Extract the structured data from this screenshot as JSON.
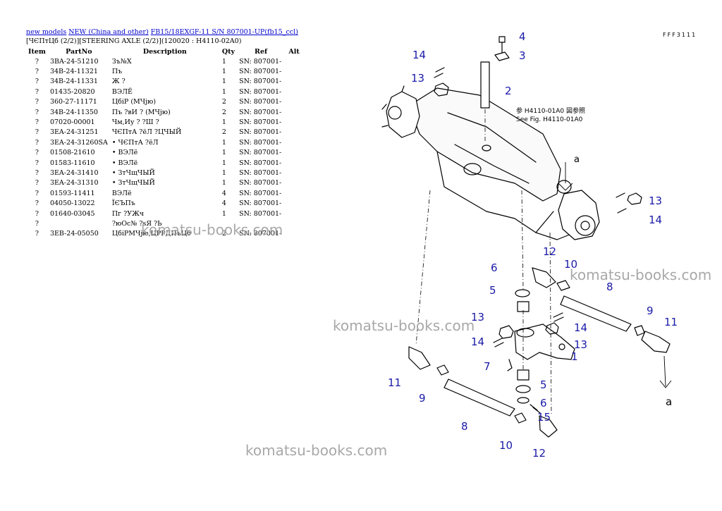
{
  "breadcrumb": {
    "link1": "new models",
    "link2": "NEW (China and other)",
    "link3": "FB15/18EXGF-11 S/N 807001-UP(fb15_ccl)"
  },
  "page_title": "[ЧЄПтЦб (2/2)][STEERING AXLE (2/2)](120020 : H4110-02A0)",
  "table": {
    "headers": {
      "item": "Item",
      "partno": "PartNo",
      "description": "Description",
      "qty": "Qty",
      "ref": "Ref",
      "alt": "Alt"
    },
    "rows": [
      {
        "item": "?",
        "partno": "3BA-24-51210",
        "description": "Зъ№Х",
        "qty": "1",
        "ref": "SN: 807001-"
      },
      {
        "item": "?",
        "partno": "34B-24-11321",
        "description": "Пъ",
        "qty": "1",
        "ref": "SN: 807001-"
      },
      {
        "item": "?",
        "partno": "34B-24-11331",
        "description": "Ж ?",
        "qty": "1",
        "ref": "SN: 807001-"
      },
      {
        "item": "?",
        "partno": "01435-20820",
        "description": "ВЭЛЁ",
        "qty": "1",
        "ref": "SN: 807001-"
      },
      {
        "item": "?",
        "partno": "360-27-11171",
        "description": "ЦбiР (МЧјю)",
        "qty": "2",
        "ref": "SN: 807001-"
      },
      {
        "item": "?",
        "partno": "34B-24-11350",
        "description": "Пъ ?вИ ? (МЧјю)",
        "qty": "2",
        "ref": "SN: 807001-"
      },
      {
        "item": "?",
        "partno": "07020-00001",
        "description": "Чм,Иу ? ?Ш ?",
        "qty": "1",
        "ref": "SN: 807001-"
      },
      {
        "item": "?",
        "partno": "3EA-24-31251",
        "description": "ЧЄПтА ?ёЛ ?ЦЧЫЙ",
        "qty": "2",
        "ref": "SN: 807001-"
      },
      {
        "item": "?",
        "partno": "3EA-24-31260SA",
        "description": "• ЧЄПтА ?ёЛ",
        "qty": "1",
        "ref": "SN: 807001-"
      },
      {
        "item": "?",
        "partno": "01508-21610",
        "description": "• ВЭЛё",
        "qty": "1",
        "ref": "SN: 807001-"
      },
      {
        "item": "?",
        "partno": "01583-11610",
        "description": "• ВЭЛё",
        "qty": "1",
        "ref": "SN: 807001-"
      },
      {
        "item": "?",
        "partno": "3EA-24-31410",
        "description": "• ЗтЧщЧЫЙ",
        "qty": "1",
        "ref": "SN: 807001-"
      },
      {
        "item": "?",
        "partno": "3EA-24-31310",
        "description": "• ЗтЧщЧЫЙ",
        "qty": "1",
        "ref": "SN: 807001-"
      },
      {
        "item": "?",
        "partno": "01593-11411",
        "description": "ВЭЛё",
        "qty": "4",
        "ref": "SN: 807001-"
      },
      {
        "item": "?",
        "partno": "04050-13022",
        "description": "ЇЄЪПъ",
        "qty": "4",
        "ref": "SN: 807001-"
      },
      {
        "item": "?",
        "partno": "01640-03045",
        "description": "Пг ?УЖч",
        "qty": "1",
        "ref": "SN: 807001-"
      },
      {
        "item": "?",
        "partno": "",
        "description": "?юОс№ ?sЯ ?Ь",
        "qty": "",
        "ref": ""
      },
      {
        "item": "?",
        "partno": "3EB-24-05050",
        "description": "ЦбiРМЧјю,ЦРРДПъЦб",
        "qty": "2",
        "ref": "SN: 807001-"
      }
    ]
  },
  "diagram": {
    "ref_note_line1": "参 H4110-01A0 図参照",
    "ref_note_line2": "See Fig. H4110-01A0",
    "corner_code": "FFF3111",
    "arrow_label": "a",
    "callouts": [
      "4",
      "3",
      "14",
      "13",
      "2",
      "13",
      "14",
      "12",
      "10",
      "6",
      "8",
      "5",
      "9",
      "11",
      "13",
      "14",
      "14",
      "13",
      "1",
      "7",
      "11",
      "9",
      "5",
      "6",
      "8",
      "15",
      "10",
      "12",
      "a"
    ]
  },
  "watermark": "komatsu-books.com",
  "colors": {
    "link": "#0000cc",
    "callout": "#1a1aa8",
    "watermark": "#a8a8a8"
  }
}
